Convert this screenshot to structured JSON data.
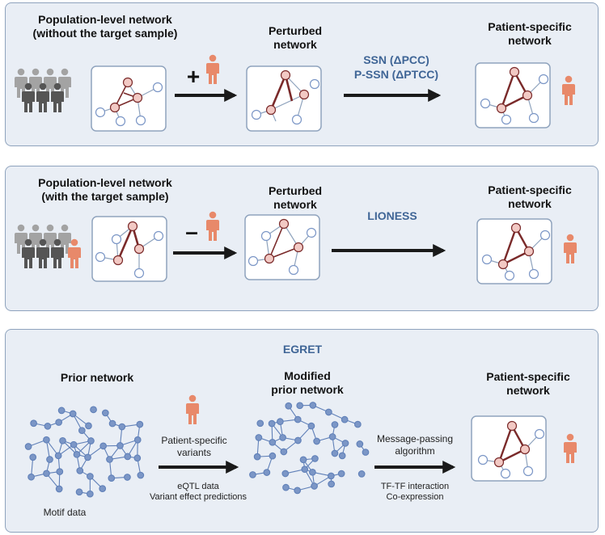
{
  "panel1": {
    "left_title": "Population-level network\n(without the target sample)",
    "mid_title": "Perturbed\nnetwork",
    "right_title": "Patient-specific\nnetwork",
    "operator": "+",
    "method": "SSN (ΔPCC)\nP-SSN (ΔPTCC)"
  },
  "panel2": {
    "left_title": "Population-level network\n(with the target sample)",
    "mid_title": "Perturbed\nnetwork",
    "right_title": "Patient-specific\nnetwork",
    "operator": "–",
    "method": "LIONESS"
  },
  "panel3": {
    "method": "EGRET",
    "left_title": "Prior network",
    "mid_title": "Modified\nprior network",
    "right_title": "Patient-specific\nnetwork",
    "motif_label": "Motif data",
    "variants_label": "Patient-specific\nvariants",
    "variants_sources": "eQTL data\nVariant effect predictions",
    "algorithm_label": "Message-passing\nalgorithm",
    "algorithm_sources": "TF-TF interaction\nCo-expression"
  },
  "colors": {
    "panel_bg": "#e9eef5",
    "panel_border": "#8fa3bd",
    "method_text": "#3f6596",
    "patient": "#e8896a",
    "population_gray": "#7a7a7a",
    "edge_dark": "#7a2a2a",
    "node_pink": "#f2c9c4",
    "node_blue": "#7b96c6"
  }
}
